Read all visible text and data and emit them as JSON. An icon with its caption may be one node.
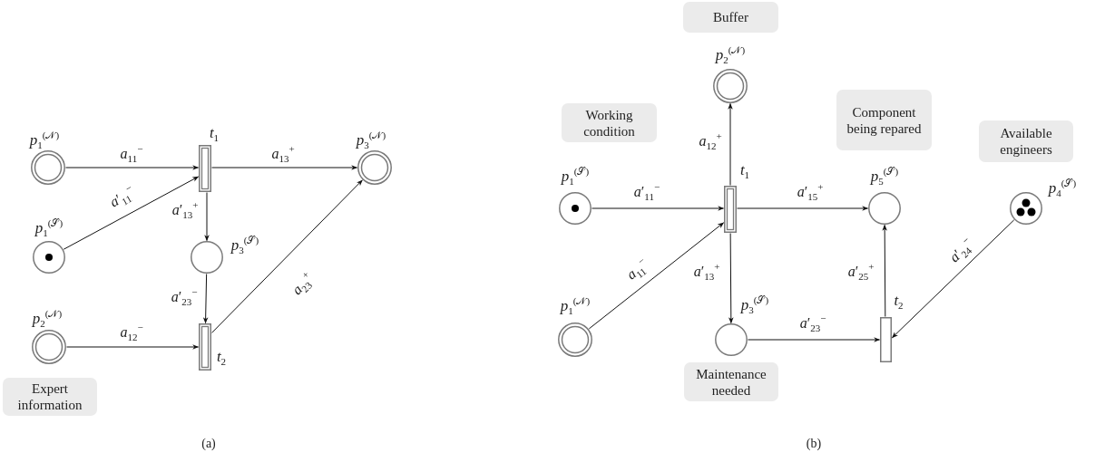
{
  "diagram": {
    "nodes": [
      {
        "text": [],
        "shape": "circle",
        "beside": [
          "*p*$_{1}$$^{(𝒩)}$"
        ]
      },
      {
        "text": [],
        "shape": "bar",
        "beside": [
          "*t*$_{1}$"
        ]
      },
      {
        "text": [],
        "shape": "circle",
        "beside": [
          "*p*$_{3}$$^{(𝒩)}$"
        ]
      },
      {
        "text": [],
        "shape": "circle",
        "beside": [
          "*p*$_{1}$$^{(𝒮)}$"
        ]
      },
      {
        "text": [],
        "shape": "circle",
        "beside": [
          "*p*$_{3}$$^{(𝒮)}$"
        ]
      },
      {
        "text": [],
        "shape": "circle",
        "beside": [
          "*p*$_{2}$$^{(𝒩)}$"
        ]
      },
      {
        "text": [],
        "shape": "bar",
        "beside": [
          "*t*$_{2}$"
        ]
      },
      {
        "text": [
          "Expert information"
        ]
      },
      {
        "text": [
          "Buffer"
        ]
      },
      {
        "text": [],
        "shape": "circle",
        "beside": [
          "*p*$_{2}$$^{(𝒩)}$"
        ]
      },
      {
        "text": [
          "Working condition"
        ]
      },
      {
        "text": [
          "Component being repared"
        ]
      },
      {
        "text": [
          "Available engineers"
        ]
      },
      {
        "text": [],
        "shape": "circle",
        "beside": [
          "*p*$_{1}$$^{(𝒮)}$"
        ]
      },
      {
        "text": [],
        "shape": "bar",
        "beside": [
          "*t*$_{1}$"
        ]
      },
      {
        "text": [],
        "shape": "circle",
        "beside": [
          "*p*$_{5}$$^{(𝒮)}$"
        ]
      },
      {
        "text": [],
        "shape": "circle",
        "beside": [
          "*p*$_{4}$$^{(𝒮)}$"
        ]
      },
      {
        "text": [],
        "shape": "circle",
        "beside": [
          "*p*$_{1}$$^{(𝒩)}$"
        ]
      },
      {
        "text": [],
        "shape": "circle",
        "beside": [
          "*p*$_{3}$$^{(𝒮)}$"
        ]
      },
      {
        "text": [],
        "shape": "bar",
        "beside": [
          "*t*$_{2}$"
        ]
      },
      {
        "text": [
          "Maintenance needed"
        ]
      }
    ],
    "edges": [
      {
        "from": 0,
        "to": 1,
        "arrow": "to",
        "label": "*a*$_{11}$$^{−}$"
      },
      {
        "from": 3,
        "to": 1,
        "arrow": "to",
        "label": "*a*′$_{11}$$^{−}$"
      },
      {
        "from": 1,
        "to": 2,
        "arrow": "to",
        "label": "*a*$_{13}$$^{+}$"
      },
      {
        "from": 1,
        "to": 4,
        "arrow": "to",
        "label": "*a*′$_{13}$$^{+}$"
      },
      {
        "from": 4,
        "to": 6,
        "arrow": "to",
        "label": "*a*′$_{23}$$^{−}$"
      },
      {
        "from": 5,
        "to": 6,
        "arrow": "to",
        "label": "*a*$_{12}$$^{−}$"
      },
      {
        "from": 6,
        "to": 2,
        "arrow": "to",
        "label": "*a*$_{23}$$^{+}$"
      },
      {
        "from": 13,
        "to": 14,
        "arrow": "to",
        "label": "*a*′$_{11}$$^{−}$"
      },
      {
        "from": 17,
        "to": 14,
        "arrow": "to",
        "label": "*a*$_{11}$$^{−}$"
      },
      {
        "from": 14,
        "to": 9,
        "arrow": "to",
        "label": "*a*$_{12}$$^{+}$"
      },
      {
        "from": 14,
        "to": 15,
        "arrow": "to",
        "label": "*a*′$_{15}$$^{+}$"
      },
      {
        "from": 14,
        "to": 18,
        "arrow": "to",
        "label": "*a*′$_{13}$$^{+}$"
      },
      {
        "from": 18,
        "to": 19,
        "arrow": "to",
        "label": "*a*′$_{23}$$^{−}$"
      },
      {
        "from": 19,
        "to": 15,
        "arrow": "to",
        "label": "*a*′$_{25}$$^{+}$"
      },
      {
        "from": 16,
        "to": 19,
        "arrow": "to",
        "label": "*a*′$_{24}$$^{−}$"
      }
    ],
    "labels": [
      "(a)",
      "(b)"
    ]
  }
}
